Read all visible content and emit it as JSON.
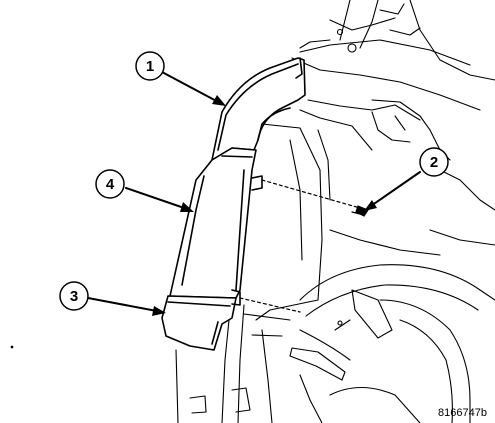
{
  "callouts": [
    {
      "label": "1"
    },
    {
      "label": "2"
    },
    {
      "label": "4"
    },
    {
      "label": "3"
    }
  ],
  "figure_id": "8166747b",
  "colors": {
    "line": "#000000",
    "background": "#ffffff"
  }
}
